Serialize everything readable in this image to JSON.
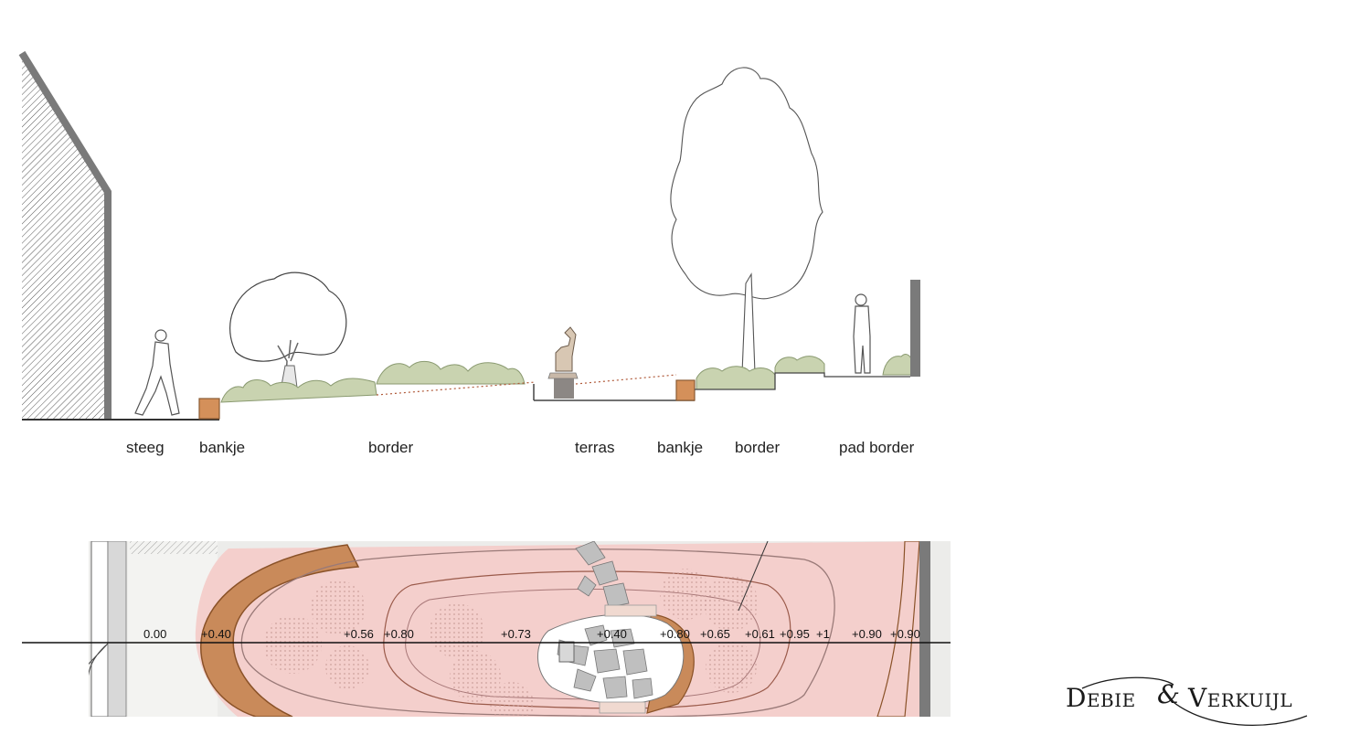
{
  "section_labels": {
    "steeg": "steeg",
    "bankje_left": "bankje",
    "border_left": "border",
    "terras": "terras",
    "bankje_right": "bankje",
    "border_right": "border",
    "pad_border": "pad border"
  },
  "levels": {
    "l1": "0.00",
    "l2": "+0.40",
    "l3": "+0.56",
    "l4": "+0.80",
    "l5": "+0.73",
    "l6": "+0.40",
    "l7": "+0.80",
    "l8": "+0.65",
    "l9": "+0.61",
    "l10": "+0.95",
    "l11": "+1",
    "l12": "+0.90",
    "l13": "+0.90"
  },
  "logo": {
    "left_word": "Debie",
    "ampersand": "&",
    "right_word": "Verkuijl"
  },
  "colors": {
    "wall": "#7a7a7a",
    "bench": "#d4905a",
    "planting": "#c9d3b0",
    "paving_pink": "#f2c9c6",
    "path_brown": "#c98a5a",
    "stone": "#bfbfbf"
  }
}
